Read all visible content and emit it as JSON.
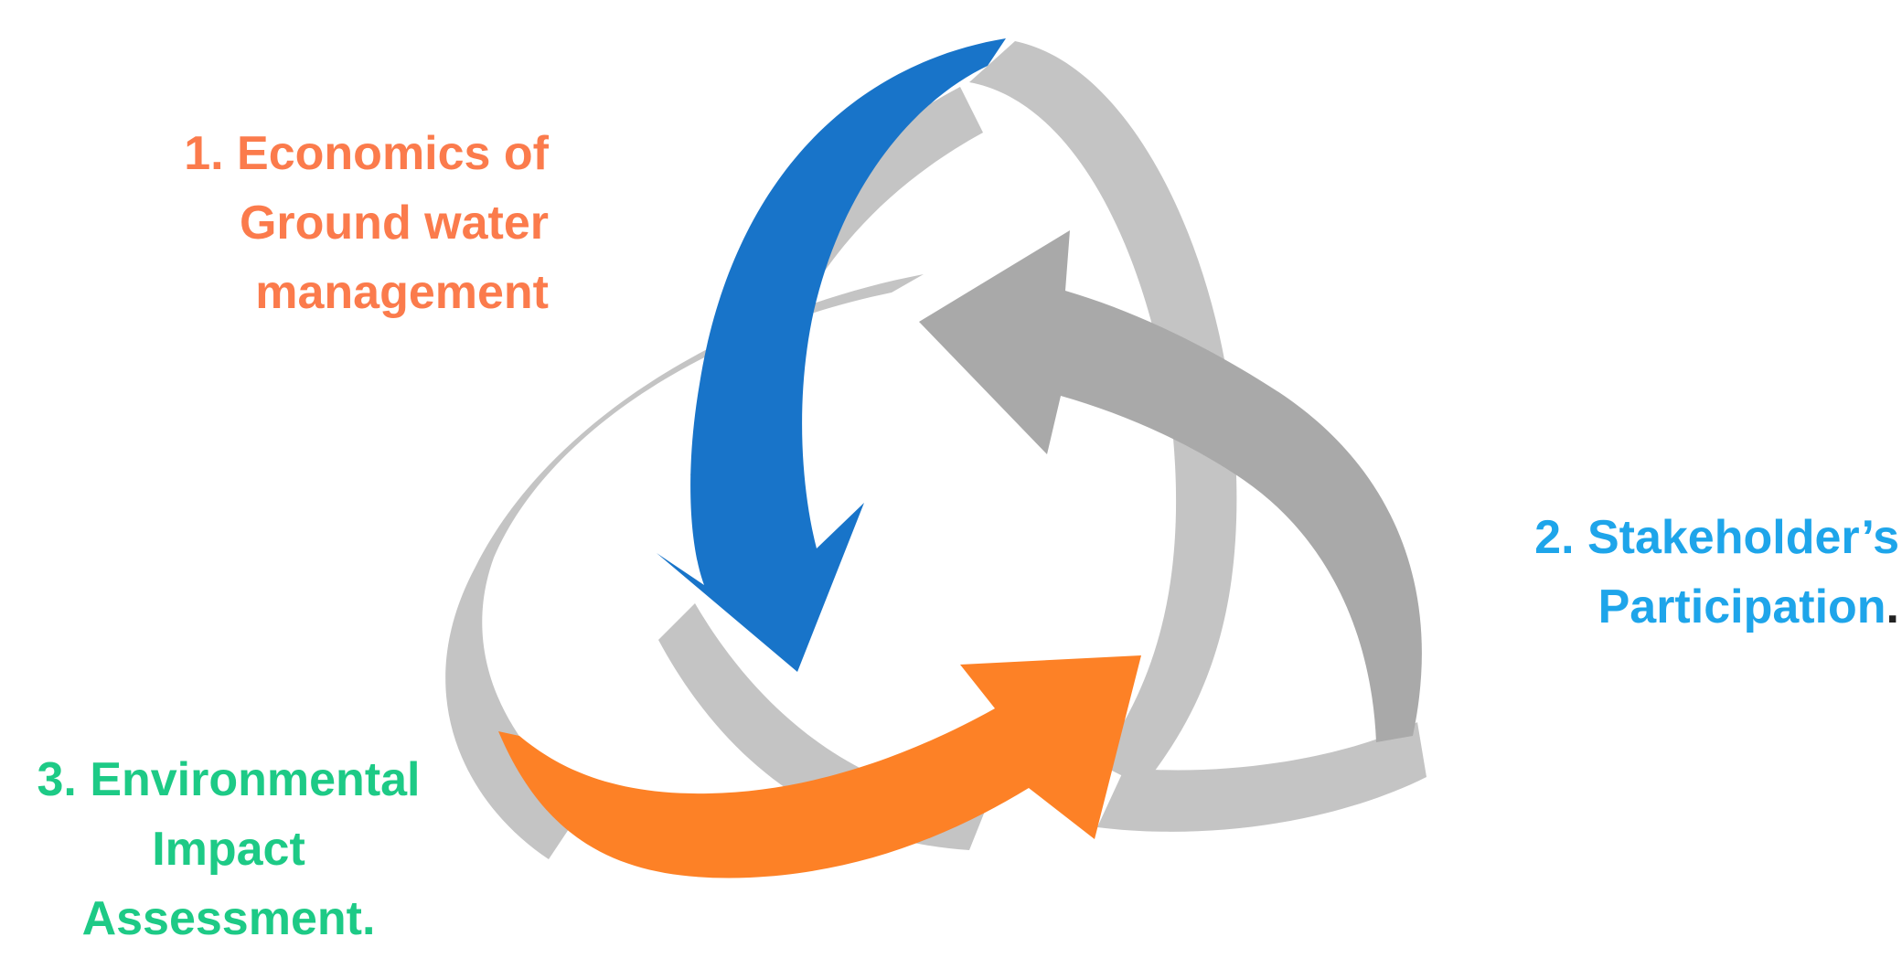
{
  "colors": {
    "ribbon": "#c4c4c4",
    "arrow_stakeholders": "#a9a9a9",
    "arrow_economics": "#1874c9",
    "arrow_environmental": "#fd8126",
    "text_economics": "#fb7b4c",
    "text_stakeholders": "#1ea5ea",
    "text_environmental": "#1dca86",
    "text_period": "#222222"
  },
  "labels": {
    "economics": {
      "lines": [
        "1.  Economics of",
        "Ground water",
        "management"
      ]
    },
    "stakeholders": {
      "line1": "2. Stakeholder’s",
      "line2": "Participation",
      "line2_period": "."
    },
    "environmental": {
      "lines": [
        "3. Environmental",
        "Impact",
        "Assessment."
      ]
    }
  }
}
